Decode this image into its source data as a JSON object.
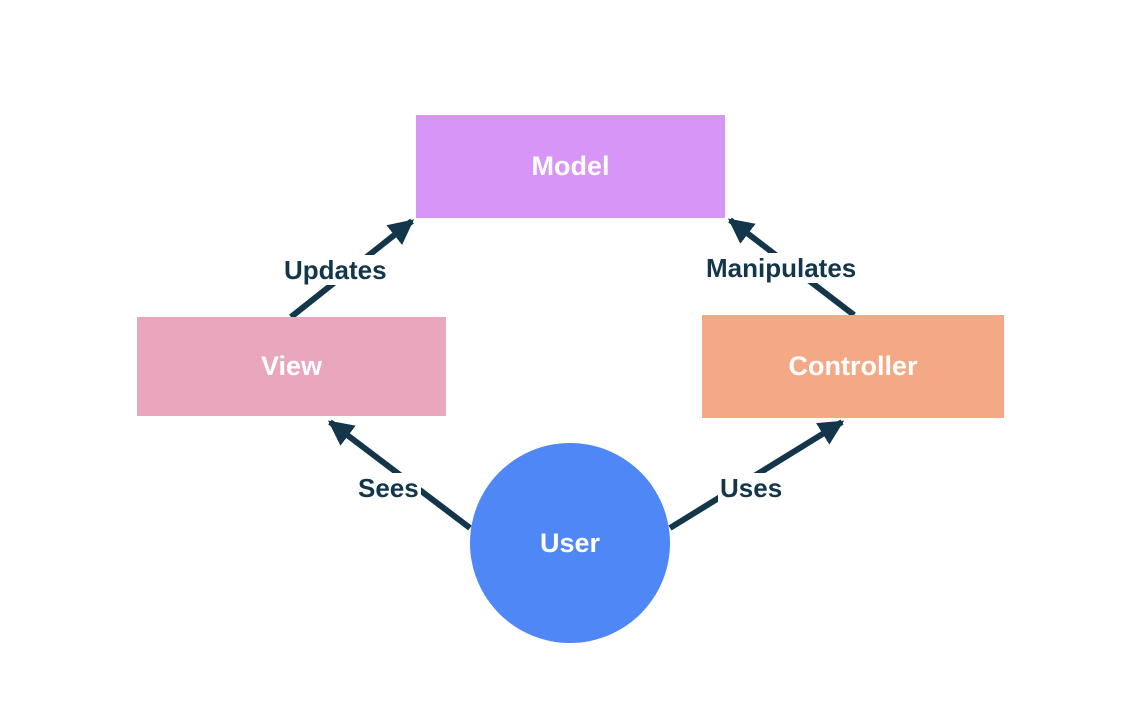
{
  "nodes": {
    "model": {
      "label": "Model",
      "color": "#d795f7"
    },
    "view": {
      "label": "View",
      "color": "#e9a7be"
    },
    "controller": {
      "label": "Controller",
      "color": "#f3a985"
    },
    "user": {
      "label": "User",
      "color": "#4f87f6"
    }
  },
  "edges": {
    "updates": {
      "label": "Updates",
      "from": "View",
      "to": "Model"
    },
    "manipulates": {
      "label": "Manipulates",
      "from": "Controller",
      "to": "Model"
    },
    "sees": {
      "label": "Sees",
      "from": "User",
      "to": "View"
    },
    "uses": {
      "label": "Uses",
      "from": "User",
      "to": "Controller"
    }
  },
  "colors": {
    "edge": "#14364a",
    "background": "#ffffff"
  }
}
